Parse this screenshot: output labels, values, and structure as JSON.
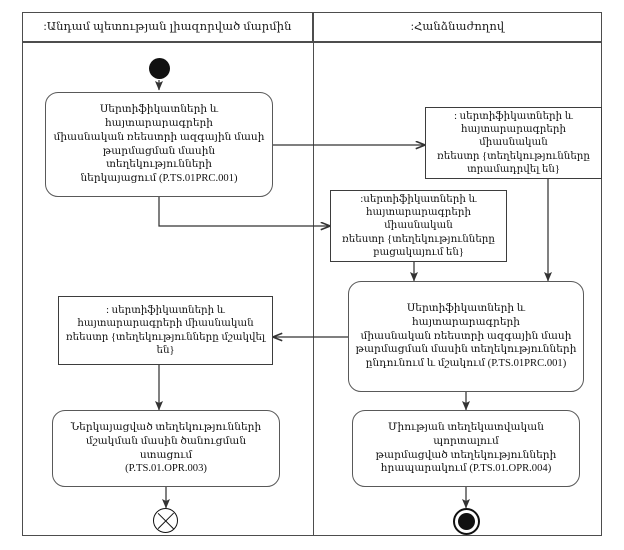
{
  "diagram": {
    "type": "uml-activity-diagram",
    "title": "",
    "swimlanes": [
      {
        "id": "lane-member-state",
        "label": ":Անդամ պետության լիազորված մարմին"
      },
      {
        "id": "lane-commission",
        "label": ":Հանձնաժողով"
      }
    ],
    "nodes": [
      {
        "id": "initial",
        "kind": "initial-node",
        "lane": "lane-member-state",
        "label": ""
      },
      {
        "id": "action-submit",
        "kind": "action",
        "lane": "lane-member-state",
        "label": "Սերտիֆիկատների և հայտարարագրերի\nմիասնական ռեեստրի ազգային մասի\nթարմացման մասին տեղեկությունների\nներկայացում (P.TS.01PRC.001)"
      },
      {
        "id": "object-provided",
        "kind": "object-node",
        "lane": "lane-commission",
        "label": ": սերտիֆիկատների և\nհայտարարագրերի միասնական\nռեեստր {տեղեկությունները\nտրամադրվել են}"
      },
      {
        "id": "object-absent",
        "kind": "object-node",
        "lane": "lane-commission",
        "label": ":սերտիֆիկատների և\nհայտարարագրերի միասնական\nռեեստր {տեղեկությունները\nբացակայում են}"
      },
      {
        "id": "action-receive-process",
        "kind": "action",
        "lane": "lane-commission",
        "label": "Սերտիֆիկատների և հայտարարագրերի\nմիասնական ռեեստրի ազգային մասի\nթարմացման մասին տեղեկությունների\nընդունում և մշակում (P.TS.01PRC.001)"
      },
      {
        "id": "object-processed",
        "kind": "object-node",
        "lane": "lane-member-state",
        "label": ": սերտիֆիկատների և\nհայտարարագրերի միասնական\nռեեստր {տեղեկությունները մշակվել են}"
      },
      {
        "id": "action-receive-notice",
        "kind": "action",
        "lane": "lane-member-state",
        "label": "Ներկայացված տեղեկությունների\nմշակման մասին ծանուցման ստացում\n(P.TS.01.OPR.003)"
      },
      {
        "id": "action-publish",
        "kind": "action",
        "lane": "lane-commission",
        "label": "Միության տեղեկատվական պորտալում\nթարմացված տեղեկությունների\nհրապարակում (P.TS.01.OPR.004)"
      },
      {
        "id": "flow-final",
        "kind": "flow-final-node",
        "lane": "lane-member-state",
        "label": ""
      },
      {
        "id": "activity-final",
        "kind": "activity-final-node",
        "lane": "lane-commission",
        "label": ""
      }
    ],
    "edges": [
      {
        "from": "initial",
        "to": "action-submit"
      },
      {
        "from": "action-submit",
        "to": "object-provided"
      },
      {
        "from": "action-submit",
        "to": "object-absent"
      },
      {
        "from": "object-provided",
        "to": "action-receive-process"
      },
      {
        "from": "object-absent",
        "to": "action-receive-process"
      },
      {
        "from": "action-receive-process",
        "to": "object-processed"
      },
      {
        "from": "object-processed",
        "to": "action-receive-notice"
      },
      {
        "from": "action-receive-notice",
        "to": "flow-final"
      },
      {
        "from": "action-receive-process",
        "to": "action-publish"
      },
      {
        "from": "action-publish",
        "to": "activity-final"
      }
    ],
    "colors": {
      "frame_stroke": "#4d4d4d",
      "node_stroke": "#595959",
      "object_stroke": "#3d3d3d",
      "edge_stroke": "#333333",
      "node_fill": "#ffffff",
      "control_node_fill": "#111111",
      "background": "#ffffff"
    }
  }
}
